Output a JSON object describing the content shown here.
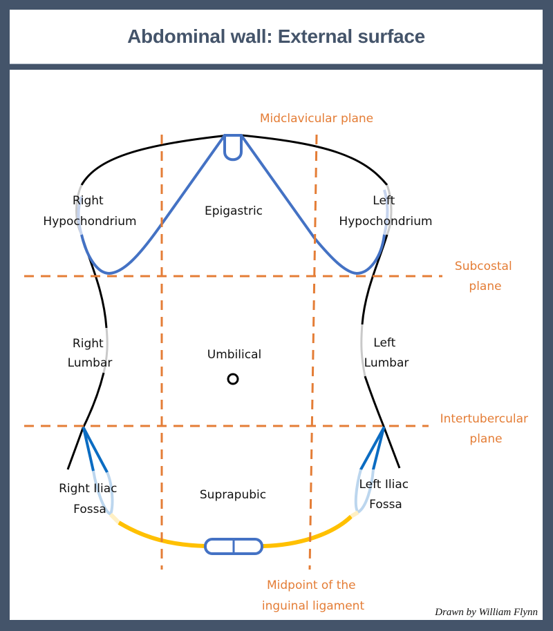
{
  "header": {
    "title": "Abdominal wall: External surface"
  },
  "regions": {
    "right_hypochondrium": [
      "Right",
      "Hypochondrium"
    ],
    "epigastric": "Epigastric",
    "left_hypochondrium": [
      "Left",
      "Hypochondrium"
    ],
    "right_lumbar": [
      "Right",
      "Lumbar"
    ],
    "umbilical": "Umbilical",
    "left_lumbar": [
      "Left",
      "Lumbar"
    ],
    "right_iliac_fossa": [
      "Right Iliac",
      "Fossa"
    ],
    "suprapubic": "Suprapubic",
    "left_iliac_fossa": [
      "Left Iliac",
      "Fossa"
    ]
  },
  "planes": {
    "midclavicular": "Midclavicular plane",
    "subcostal": [
      "Subcostal",
      "plane"
    ],
    "intertubercular": [
      "Intertubercular",
      "plane"
    ],
    "midinguinal": [
      "Midpoint of the",
      "inguinal ligament"
    ]
  },
  "credit": "Drawn by William Flynn",
  "colors": {
    "frame": "#44546a",
    "plane_lines": "#e47d36",
    "ribs": "#4472c4",
    "iliac_crest": "#0b6cc2",
    "inguinal_ligament": "#ffc000",
    "body_outline": "#000000"
  }
}
